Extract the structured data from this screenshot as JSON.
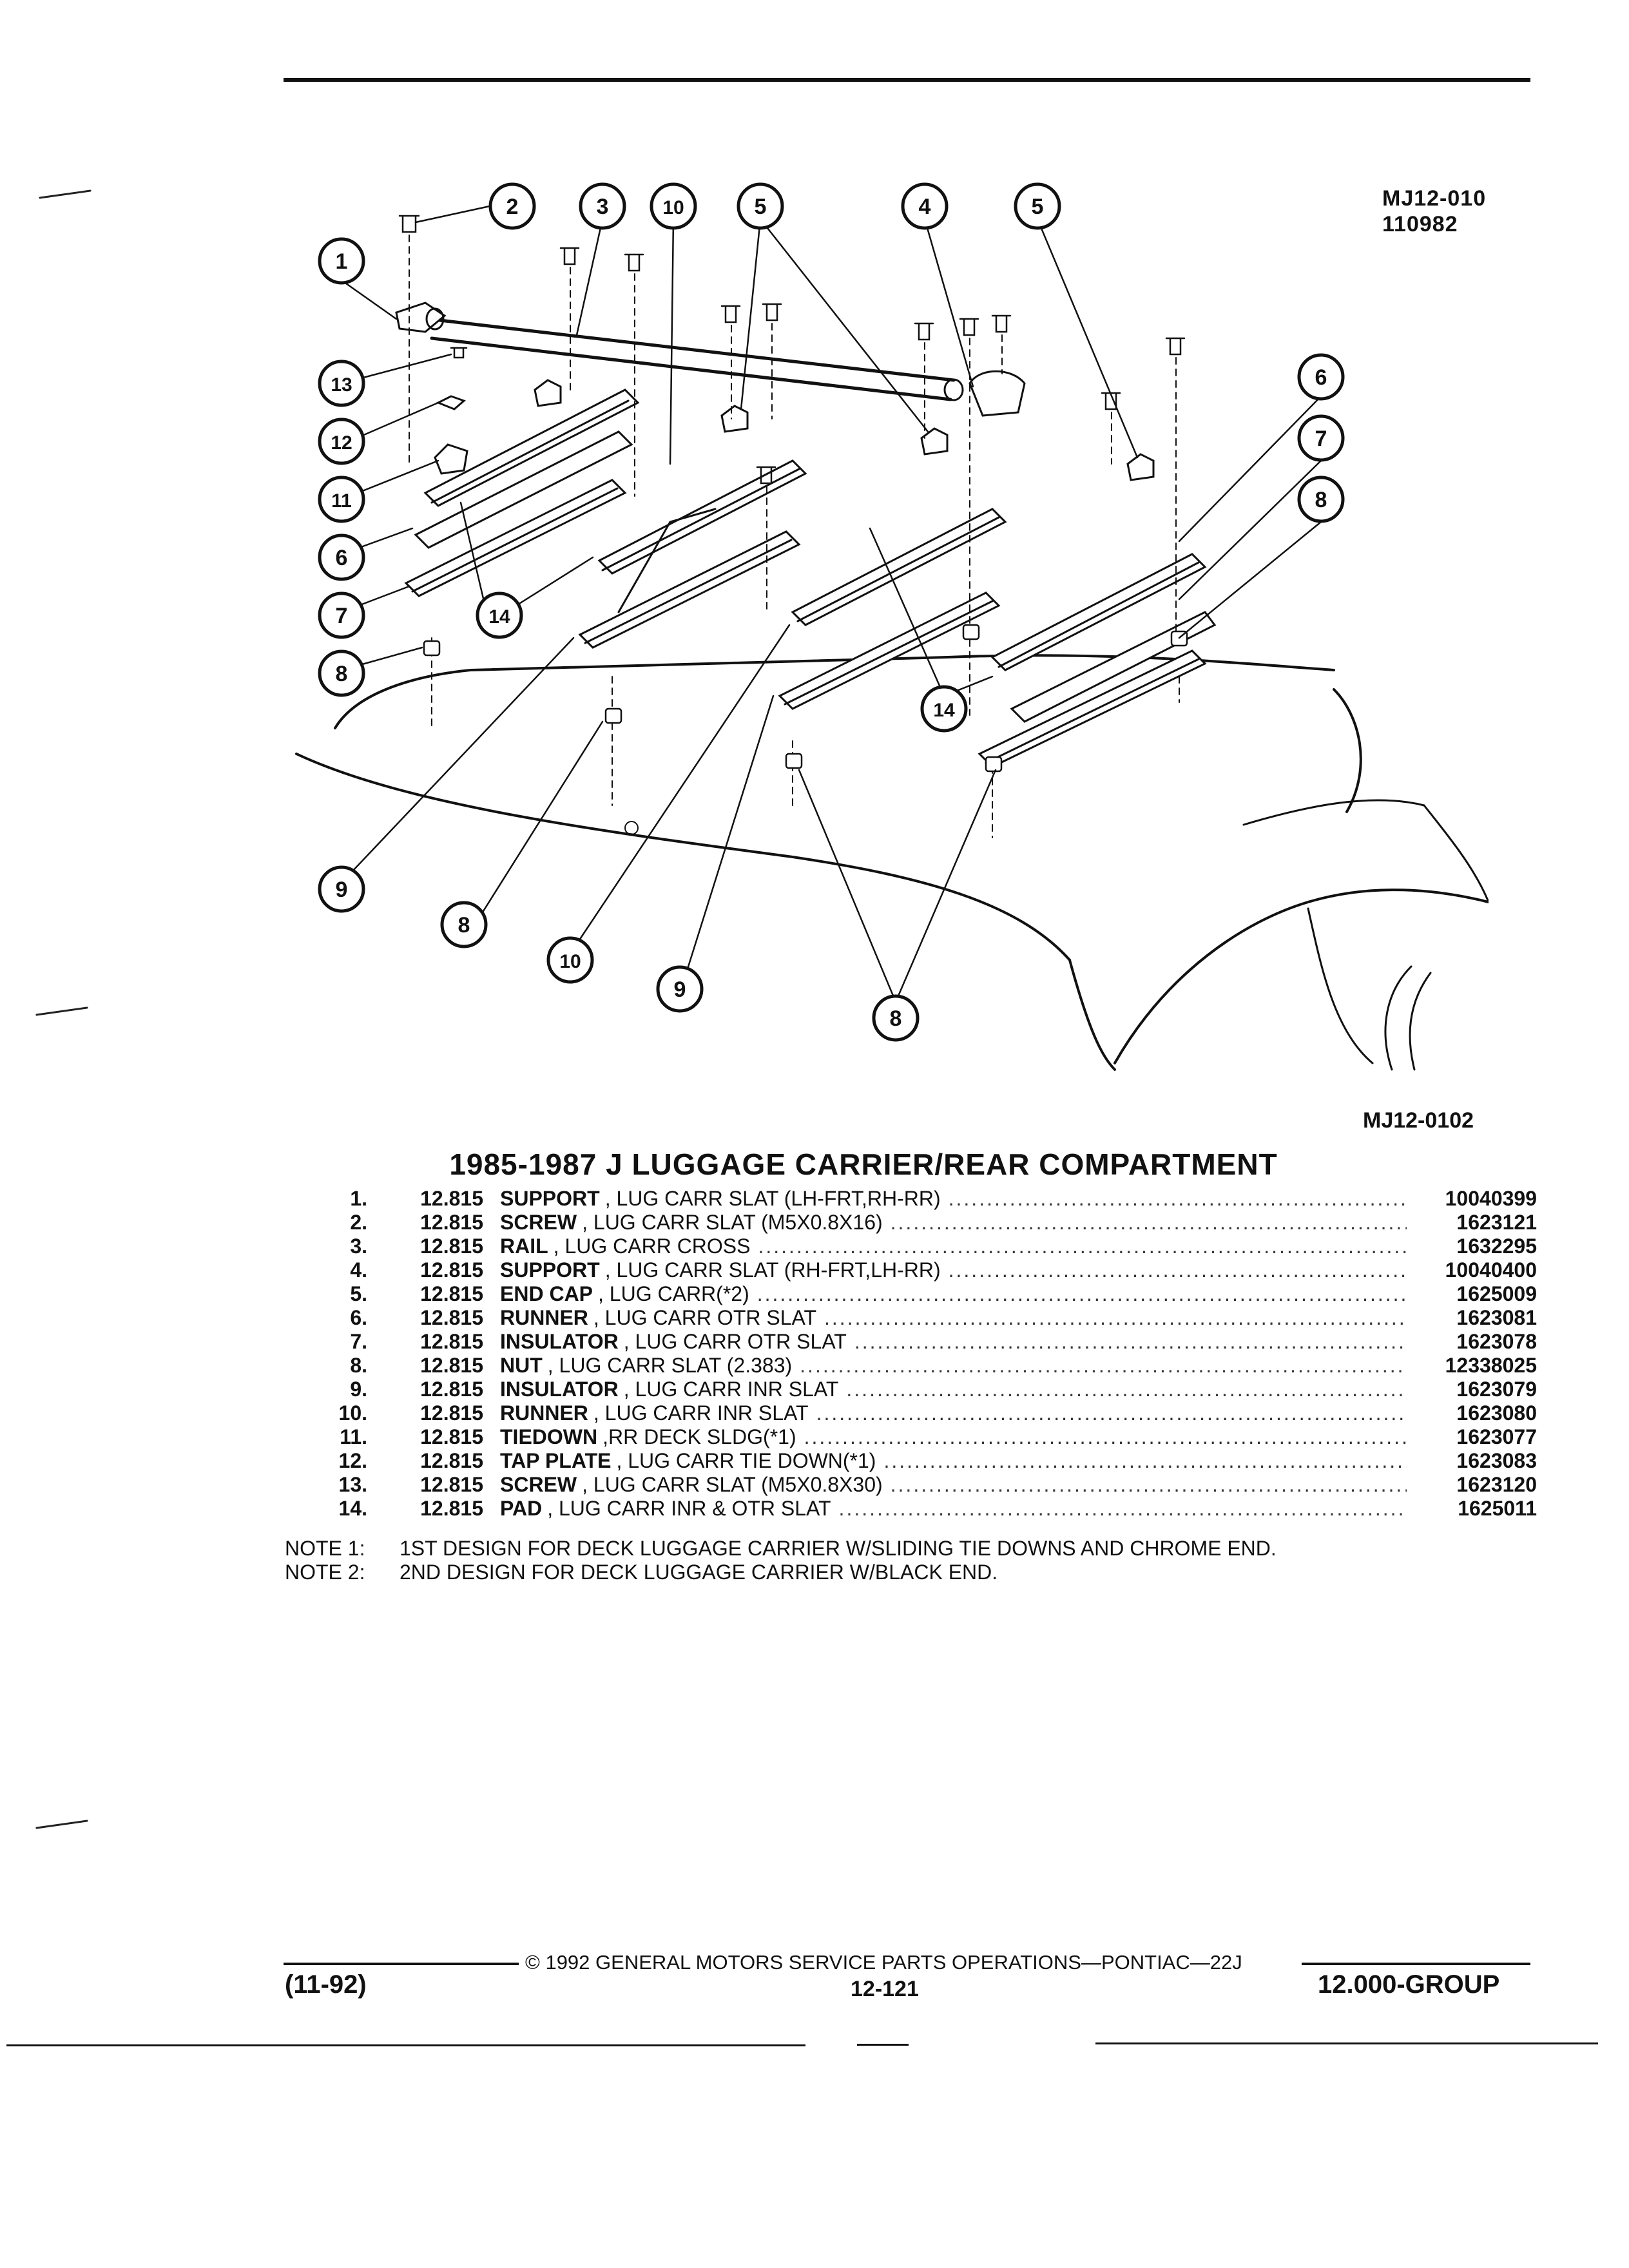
{
  "header": {
    "code_1": "MJ12-010",
    "code_2": "110982"
  },
  "diagram": {
    "callouts": [
      "1",
      "2",
      "3",
      "10",
      "5",
      "4",
      "5",
      "13",
      "12",
      "11",
      "6",
      "7",
      "8",
      "14",
      "6",
      "7",
      "8",
      "14",
      "9",
      "8",
      "10",
      "9",
      "8"
    ],
    "figure_id": "MJ12-0102"
  },
  "parts_list": {
    "title": "1985-1987 J LUGGAGE CARRIER/REAR COMPARTMENT",
    "rows": [
      {
        "num": "1.",
        "code": "12.815",
        "name": "SUPPORT",
        "desc": ", LUG CARR SLAT (LH-FRT,RH-RR)",
        "part": "10040399"
      },
      {
        "num": "2.",
        "code": "12.815",
        "name": "SCREW",
        "desc": ", LUG CARR SLAT (M5X0.8X16)",
        "part": "1623121"
      },
      {
        "num": "3.",
        "code": "12.815",
        "name": "RAIL",
        "desc": ", LUG CARR CROSS",
        "part": "1632295"
      },
      {
        "num": "4.",
        "code": "12.815",
        "name": "SUPPORT",
        "desc": ", LUG CARR SLAT (RH-FRT,LH-RR)",
        "part": "10040400"
      },
      {
        "num": "5.",
        "code": "12.815",
        "name": "END CAP",
        "desc": ", LUG CARR(*2)",
        "part": "1625009"
      },
      {
        "num": "6.",
        "code": "12.815",
        "name": "RUNNER",
        "desc": ", LUG CARR OTR SLAT",
        "part": "1623081"
      },
      {
        "num": "7.",
        "code": "12.815",
        "name": "INSULATOR",
        "desc": ", LUG CARR OTR SLAT",
        "part": "1623078"
      },
      {
        "num": "8.",
        "code": "12.815",
        "name": "NUT",
        "desc": ", LUG CARR SLAT (2.383)",
        "part": "12338025"
      },
      {
        "num": "9.",
        "code": "12.815",
        "name": "INSULATOR",
        "desc": ", LUG CARR INR SLAT",
        "part": "1623079"
      },
      {
        "num": "10.",
        "code": "12.815",
        "name": "RUNNER",
        "desc": ", LUG CARR INR SLAT",
        "part": "1623080"
      },
      {
        "num": "11.",
        "code": "12.815",
        "name": "TIEDOWN",
        "desc": ",RR DECK SLDG(*1)",
        "part": "1623077"
      },
      {
        "num": "12.",
        "code": "12.815",
        "name": "TAP PLATE",
        "desc": ", LUG CARR TIE DOWN(*1)",
        "part": "1623083"
      },
      {
        "num": "13.",
        "code": "12.815",
        "name": "SCREW",
        "desc": ", LUG CARR SLAT (M5X0.8X30)",
        "part": "1623120"
      },
      {
        "num": "14.",
        "code": "12.815",
        "name": "PAD",
        "desc": ", LUG CARR INR & OTR SLAT",
        "part": "1625011"
      }
    ]
  },
  "notes": [
    {
      "label": "NOTE  1:",
      "text": "1ST DESIGN FOR DECK LUGGAGE CARRIER W/SLIDING TIE DOWNS AND CHROME END."
    },
    {
      "label": "NOTE  2:",
      "text": "2ND DESIGN FOR DECK LUGGAGE CARRIER W/BLACK END."
    }
  ],
  "footer": {
    "copyright": "© 1992 GENERAL MOTORS SERVICE PARTS OPERATIONS—PONTIAC—22J",
    "date": "(11-92)",
    "page": "12-121",
    "group": "12.000-GROUP"
  }
}
